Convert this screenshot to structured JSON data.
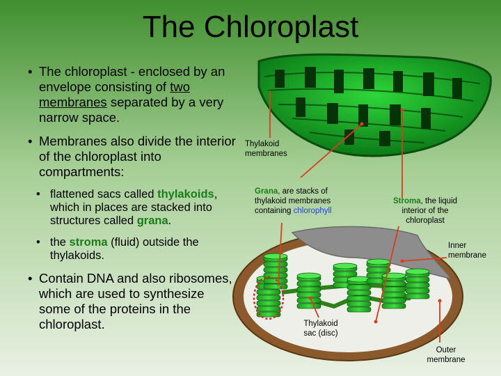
{
  "title": "The Chloroplast",
  "bullets": {
    "b1_pre": "The chloroplast - enclosed by an envelope consisting of ",
    "b1_u": "two membranes",
    "b1_post": " separated by a very narrow space.",
    "b2": "Membranes also divide the interior of the chloroplast into compartments:",
    "s1_pre": "flattened sacs called ",
    "s1_b1": "thylakoids",
    "s1_mid": ", which in places are stacked into structures called ",
    "s1_b2": "grana",
    "s1_post": ".",
    "s2_pre": "the ",
    "s2_b": "stroma",
    "s2_post": " (fluid) outside the thylakoids.",
    "b3": "Contain DNA and also ribosomes, which are used to synthesize some of the proteins in the chloroplast."
  },
  "labels": {
    "thylakoid_membranes": "Thylakoid membranes",
    "grana_b": "Grana",
    "grana_rest": ", are stacks of thylakoid membranes containing ",
    "grana_blue": "chlorophyll",
    "stroma_b": "Stroma",
    "stroma_rest": ", the liquid interior of the chloroplast",
    "inner_membrane": "Inner membrane",
    "thylakoid_sac": "Thylakoid sac (disc)",
    "outer_membrane": "Outer membrane"
  },
  "colors": {
    "leader": "#e03a1e",
    "grana_text": "#1a7d1a",
    "chlorophyll": "#2244cc"
  }
}
